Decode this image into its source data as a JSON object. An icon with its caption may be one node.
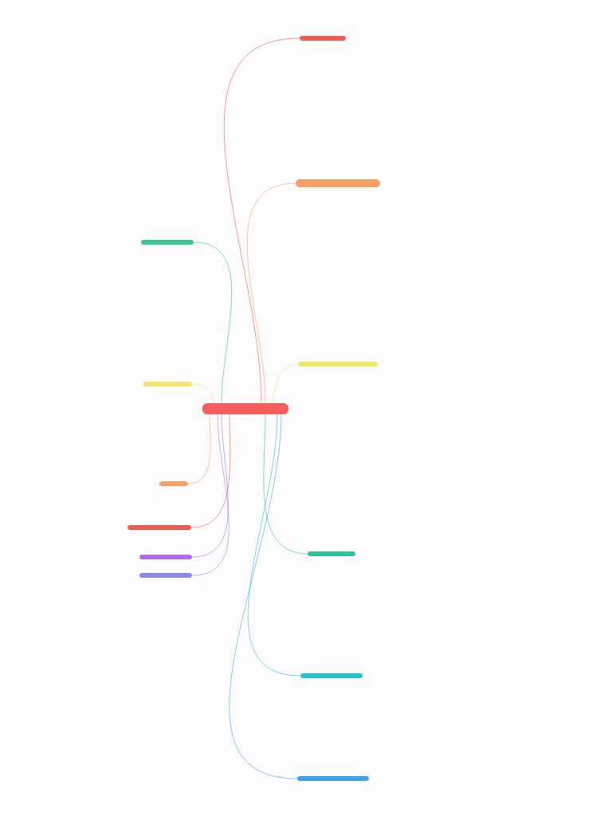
{
  "diagram": {
    "nodes": [
      {
        "text": [],
        "shape": "box"
      },
      {
        "text": [],
        "shape": "box"
      },
      {
        "text": [],
        "shape": "box"
      },
      {
        "text": [],
        "shape": "box"
      },
      {
        "text": [],
        "shape": "box"
      },
      {
        "text": [],
        "shape": "box"
      },
      {
        "text": [],
        "shape": "box"
      },
      {
        "text": [],
        "shape": "box"
      },
      {
        "text": [],
        "shape": "box"
      },
      {
        "text": [],
        "shape": "box"
      },
      {
        "text": [],
        "shape": "box"
      },
      {
        "text": [],
        "shape": "box"
      },
      {
        "text": [],
        "shape": "box"
      }
    ],
    "edges": [
      {
        "from": 5,
        "to": 0,
        "arrow": "none",
        "color": "#f05a4f"
      },
      {
        "from": 5,
        "to": 1,
        "arrow": "none",
        "color": "#f7a064"
      },
      {
        "from": 5,
        "to": 2,
        "arrow": "none",
        "color": "#2ecb8c"
      },
      {
        "from": 5,
        "to": 3,
        "arrow": "none",
        "color": "#f2e36a"
      },
      {
        "from": 5,
        "to": 4,
        "arrow": "none",
        "color": "#f2e36a"
      },
      {
        "from": 5,
        "to": 6,
        "arrow": "none",
        "color": "#f7a064"
      },
      {
        "from": 5,
        "to": 7,
        "arrow": "none",
        "color": "#f05a4f"
      },
      {
        "from": 5,
        "to": 8,
        "arrow": "none",
        "color": "#2cc39c"
      },
      {
        "from": 5,
        "to": 9,
        "arrow": "none",
        "color": "#b36ae2"
      },
      {
        "from": 5,
        "to": 10,
        "arrow": "none",
        "color": "#8f86f0"
      },
      {
        "from": 5,
        "to": 11,
        "arrow": "none",
        "color": "#1fc2d0"
      },
      {
        "from": 5,
        "to": 12,
        "arrow": "none",
        "color": "#3fa3f0"
      }
    ]
  }
}
